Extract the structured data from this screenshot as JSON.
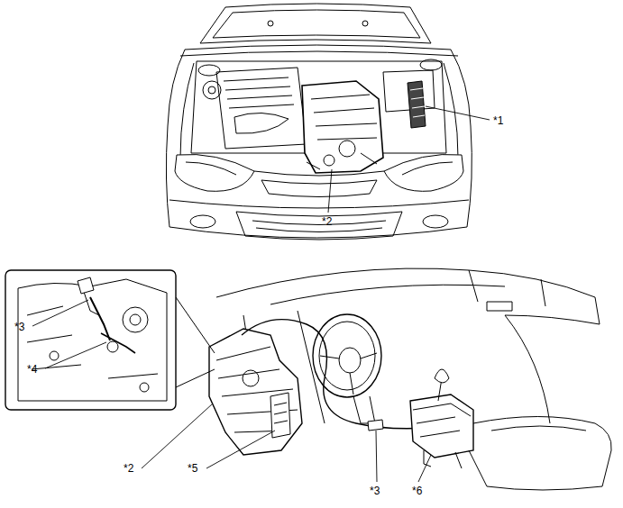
{
  "diagram": {
    "labels": [
      "*1",
      "*2",
      "*3",
      "*4",
      "*2",
      "*5",
      "*3",
      "*6"
    ]
  }
}
